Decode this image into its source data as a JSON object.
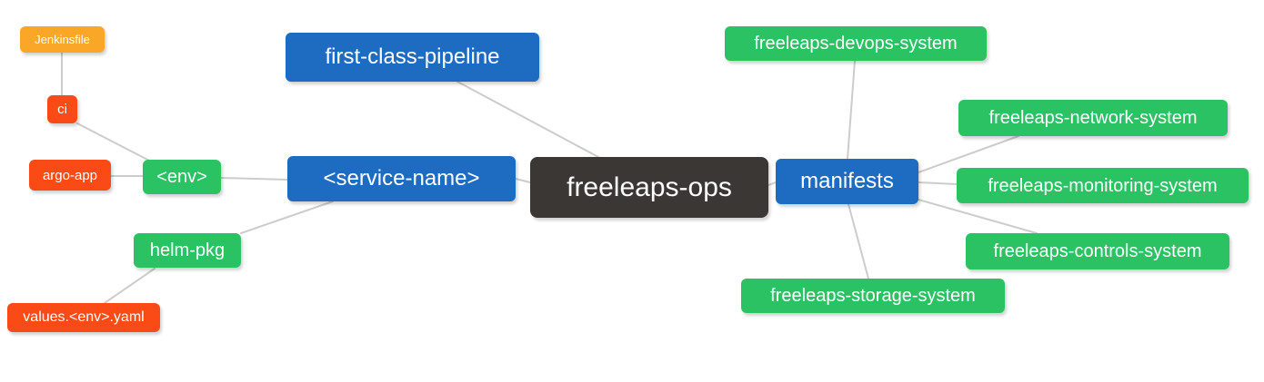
{
  "palette": {
    "root_dark": "#3B3734",
    "level1_blue": "#1E6BC2",
    "level2_green": "#2AC263",
    "level3_red": "#FA4A16",
    "level4_orange": "#FAA627",
    "edge_gray": "#CCCCCC",
    "text": "#FFFFFF",
    "background": "#FFFFFF"
  },
  "nodes": [
    {
      "id": "jenkinsfile",
      "label": "Jenkinsfile",
      "color": "#FAA627"
    },
    {
      "id": "ci",
      "label": "ci",
      "color": "#FA4A16"
    },
    {
      "id": "argo-app",
      "label": "argo-app",
      "color": "#FA4A16"
    },
    {
      "id": "env",
      "label": "<env>",
      "color": "#2AC263"
    },
    {
      "id": "helm-pkg",
      "label": "helm-pkg",
      "color": "#2AC263"
    },
    {
      "id": "values-env-yaml",
      "label": "values.<env>.yaml",
      "color": "#FA4A16"
    },
    {
      "id": "first-class-pipeline",
      "label": "first-class-pipeline",
      "color": "#1E6BC2"
    },
    {
      "id": "service-name",
      "label": "<service-name>",
      "color": "#1E6BC2"
    },
    {
      "id": "freeleaps-ops",
      "label": "freeleaps-ops",
      "color": "#3B3734"
    },
    {
      "id": "manifests",
      "label": "manifests",
      "color": "#1E6BC2"
    },
    {
      "id": "freeleaps-devops-system",
      "label": "freeleaps-devops-system",
      "color": "#2AC263"
    },
    {
      "id": "freeleaps-network-system",
      "label": "freeleaps-network-system",
      "color": "#2AC263"
    },
    {
      "id": "freeleaps-monitoring-system",
      "label": "freeleaps-monitoring-system",
      "color": "#2AC263"
    },
    {
      "id": "freeleaps-controls-system",
      "label": "freeleaps-controls-system",
      "color": "#2AC263"
    },
    {
      "id": "freeleaps-storage-system",
      "label": "freeleaps-storage-system",
      "color": "#2AC263"
    }
  ],
  "edges": [
    {
      "from": "Jenkinsfile",
      "to": "ci"
    },
    {
      "from": "ci",
      "to": "<env>"
    },
    {
      "from": "argo-app",
      "to": "<env>"
    },
    {
      "from": "<env>",
      "to": "<service-name>"
    },
    {
      "from": "helm-pkg",
      "to": "<service-name>"
    },
    {
      "from": "values.<env>.yaml",
      "to": "helm-pkg"
    },
    {
      "from": "first-class-pipeline",
      "to": "freeleaps-ops"
    },
    {
      "from": "<service-name>",
      "to": "freeleaps-ops"
    },
    {
      "from": "freeleaps-ops",
      "to": "manifests"
    },
    {
      "from": "manifests",
      "to": "freeleaps-devops-system"
    },
    {
      "from": "manifests",
      "to": "freeleaps-network-system"
    },
    {
      "from": "manifests",
      "to": "freeleaps-monitoring-system"
    },
    {
      "from": "manifests",
      "to": "freeleaps-controls-system"
    },
    {
      "from": "manifests",
      "to": "freeleaps-storage-system"
    }
  ]
}
